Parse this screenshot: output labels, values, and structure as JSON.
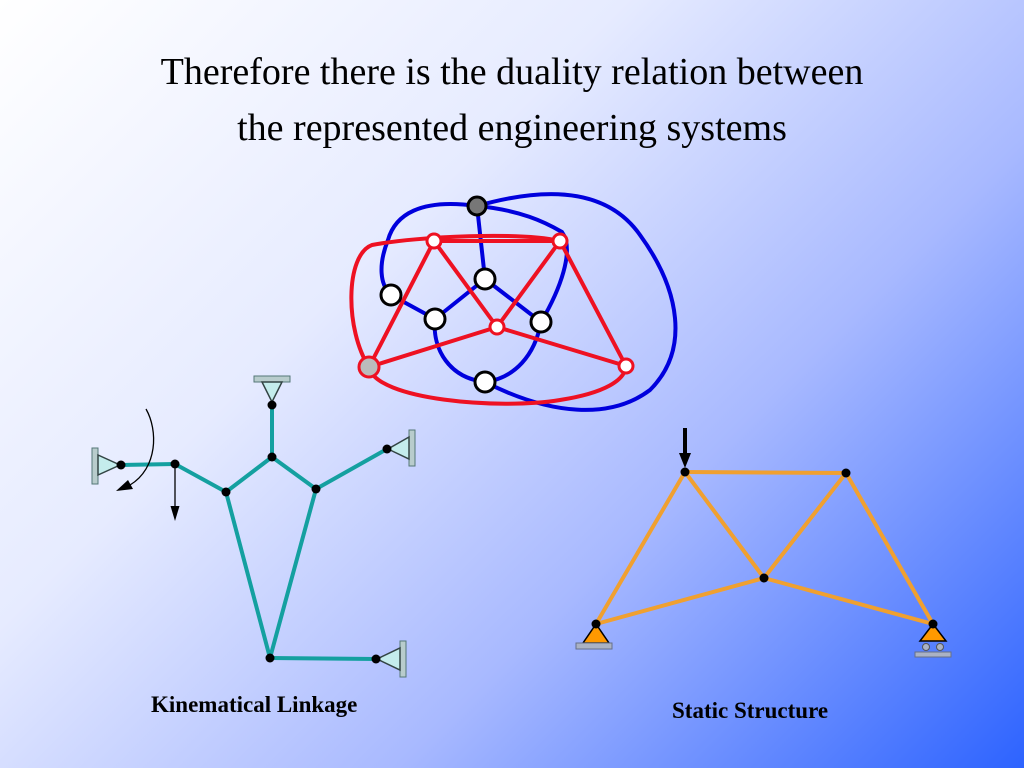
{
  "title": {
    "line1": "Therefore there is the duality relation between",
    "line2": "the represented engineering systems"
  },
  "captions": {
    "linkage": "Kinematical Linkage",
    "structure": "Static Structure"
  },
  "colors": {
    "blue_graph": "#0000dd",
    "red_graph": "#ee1122",
    "linkage": "#14a0a0",
    "structure": "#f0a030",
    "support_fill_linkage": "#c4ecec",
    "support_fill_structure": "#ff9900"
  }
}
